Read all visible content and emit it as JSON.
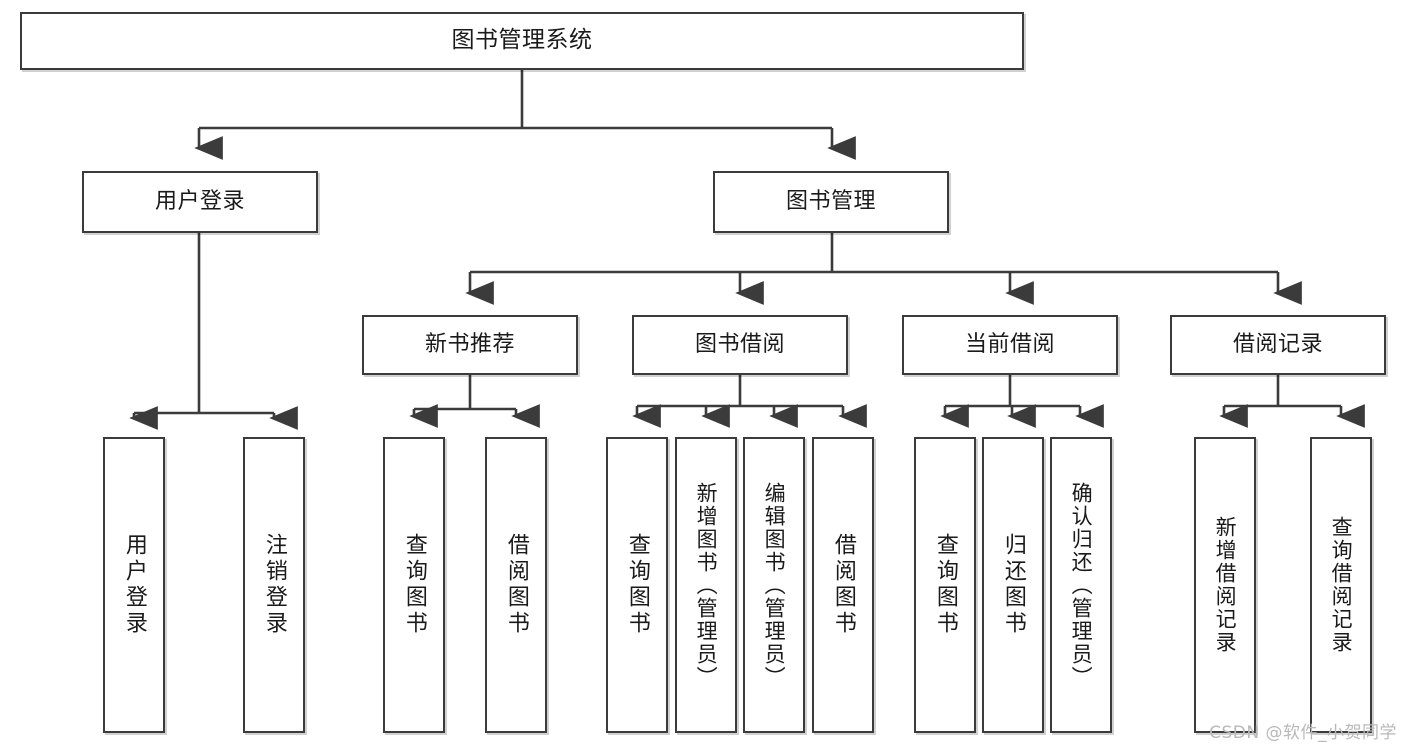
{
  "diagram": {
    "title": "图书管理系统",
    "type": "hierarchy-tree",
    "watermark": "CSDN @软件_小贺同学",
    "colors": {
      "stroke": "#3b3b3b",
      "fill": "#ffffff",
      "text": "#1a1a1a",
      "watermark": "#b9b9b9"
    },
    "nodes": {
      "root": {
        "label": "图书管理系统",
        "level": 1
      },
      "l2": [
        {
          "id": "user-login",
          "label": "用户登录",
          "level": 2
        },
        {
          "id": "book-manage",
          "label": "图书管理",
          "level": 2
        }
      ],
      "l3": [
        {
          "id": "new-book-rec",
          "label": "新书推荐",
          "level": 3,
          "parent": "book-manage"
        },
        {
          "id": "book-borrow",
          "label": "图书借阅",
          "level": 3,
          "parent": "book-manage"
        },
        {
          "id": "current-borrow",
          "label": "当前借阅",
          "level": 3,
          "parent": "book-manage"
        },
        {
          "id": "borrow-record",
          "label": "借阅记录",
          "level": 3,
          "parent": "book-manage"
        }
      ],
      "l4": [
        {
          "id": "leaf-user-login",
          "label": "用户登录",
          "parent": "user-login"
        },
        {
          "id": "leaf-user-logout",
          "label": "注销登录",
          "parent": "user-login"
        },
        {
          "id": "leaf-query-book-1",
          "label": "查询图书",
          "parent": "new-book-rec"
        },
        {
          "id": "leaf-borrow-book-1",
          "label": "借阅图书",
          "parent": "new-book-rec"
        },
        {
          "id": "leaf-query-book-2",
          "label": "查询图书",
          "parent": "book-borrow"
        },
        {
          "id": "leaf-add-book",
          "label": "新增图书（管理员）",
          "parent": "book-borrow"
        },
        {
          "id": "leaf-edit-book",
          "label": "编辑图书（管理员）",
          "parent": "book-borrow"
        },
        {
          "id": "leaf-borrow-book-2",
          "label": "借阅图书",
          "parent": "book-borrow"
        },
        {
          "id": "leaf-query-book-3",
          "label": "查询图书",
          "parent": "current-borrow"
        },
        {
          "id": "leaf-return-book",
          "label": "归还图书",
          "parent": "current-borrow"
        },
        {
          "id": "leaf-confirm-return",
          "label": "确认归还（管理员）",
          "parent": "current-borrow"
        },
        {
          "id": "leaf-add-record",
          "label": "新增借阅记录",
          "parent": "borrow-record"
        },
        {
          "id": "leaf-query-record",
          "label": "查询借阅记录",
          "parent": "borrow-record"
        }
      ]
    }
  }
}
